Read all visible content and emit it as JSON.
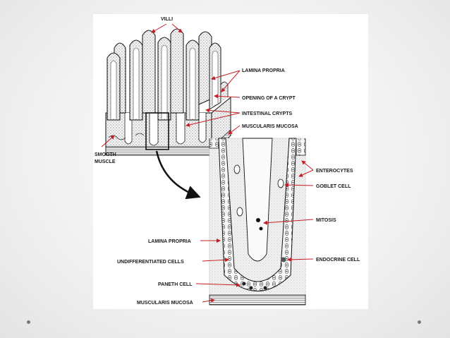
{
  "figure": {
    "labels": {
      "villi": "VILLI",
      "lamina_propria_top": "LAMINA PROPRIA",
      "opening_of_crypt": "OPENING OF A  CRYPT",
      "intestinal_crypts": "INTESTINAL CRYPTS",
      "muscularis_mucosa_top": "MUSCULARIS MUCOSA",
      "smooth_muscle_1": "SMOOTH",
      "smooth_muscle_2": "MUSCLE",
      "enterocytes": "ENTEROCYTES",
      "goblet_cell": "GOBLET CELL",
      "mitosis": "MITOSIS",
      "lamina_propria_bottom": "LAMINA PROPRIA",
      "endocrine_cell": "ENDOCRINE CELL",
      "undifferentiated_cells": "UNDIFFERENTIATED  CELLS",
      "paneth_cell": "PANETH CELL",
      "muscularis_mucosa_bottom": "MUSCULARIS MUCOSA"
    }
  },
  "colors": {
    "ink": "#1a1a1a",
    "arrow": "#c41e24",
    "background": "#ededed"
  }
}
